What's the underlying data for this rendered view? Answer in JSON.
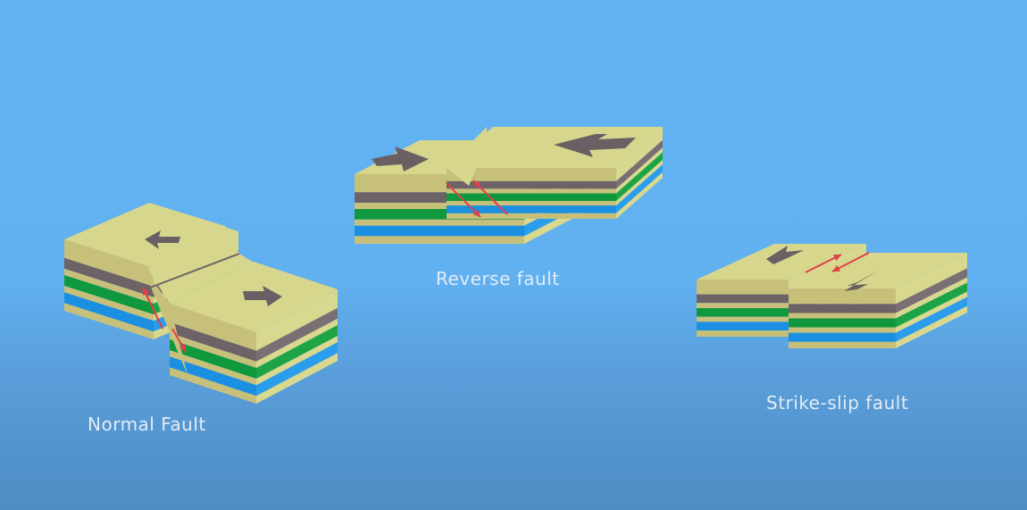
{
  "labels": {
    "normal": "Normal Fault",
    "reverse": "Reverse fault",
    "strike_slip": "Strike-slip fault"
  },
  "colors": {
    "top": "#d7d68d",
    "tan": "#c7c07b",
    "tan_side": "#d9d88f",
    "brown": "#6d6367",
    "brown_side": "#7a7073",
    "green": "#0f983d",
    "green_side": "#1ea446",
    "blue": "#1b8fe2",
    "blue_side": "#2a9ded",
    "arrow": "#6a6064",
    "red": "#e0404a"
  }
}
